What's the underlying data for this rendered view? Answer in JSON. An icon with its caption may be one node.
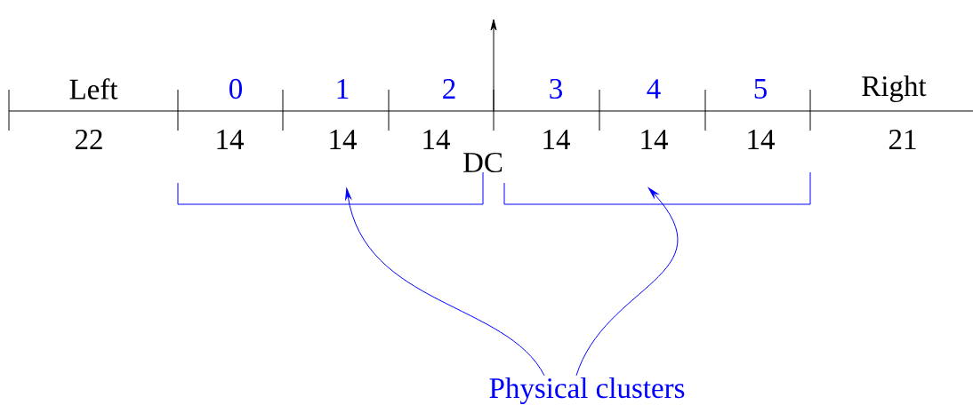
{
  "diagram": {
    "nodes": [
      {
        "text": [
          "Physical clusters"
        ]
      },
      {
        "text": [],
        "shape": "bracket"
      },
      {
        "text": [],
        "shape": "bracket"
      }
    ],
    "edges": [
      {
        "from": 0,
        "to": 1,
        "arrow": "to"
      },
      {
        "from": 0,
        "to": 2,
        "arrow": "to"
      }
    ],
    "labels": [
      "Left",
      "0",
      "1",
      "2",
      "3",
      "4",
      "5",
      "Right",
      "22",
      "14",
      "14",
      "14",
      "14",
      "14",
      "14",
      "21",
      "DC"
    ]
  }
}
